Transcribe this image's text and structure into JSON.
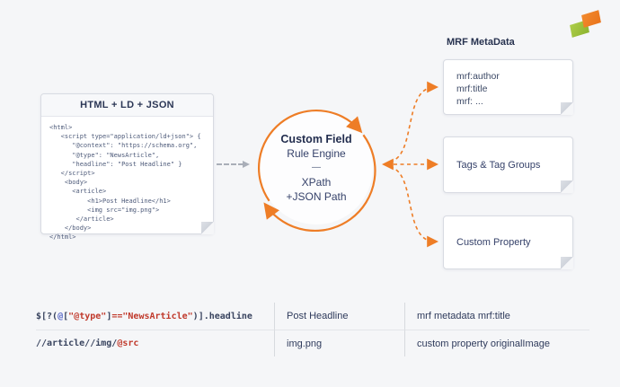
{
  "logo": {
    "orange_tile_color": "#ec7a1f",
    "green_tile_color": "#9cc23c"
  },
  "code_panel": {
    "title": "HTML + LD + JSON",
    "code": "<html>\n   <script type=\"application/ld+json\"> {\n      \"@context\": \"https://schema.org\",\n      \"@type\": \"NewsArticle\",\n      \"headline\": \"Post Headline\" }\n   </script>\n    <body>\n      <article>\n          <h1>Post Headline</h1>\n          <img src=\"img.png\">\n       </article>\n    </body>\n</html>"
  },
  "engine": {
    "line1": "Custom Field",
    "line2": "Rule Engine",
    "divider": "—",
    "line3": "XPath",
    "line4": "+JSON Path",
    "accent_color": "#ee7d26"
  },
  "outputs": {
    "metadata": {
      "title": "MRF MetaData",
      "items": [
        "mrf:author",
        "mrf:title",
        "mrf: ..."
      ]
    },
    "tags": {
      "label": "Tags & Tag Groups"
    },
    "custom": {
      "label": "Custom Property"
    }
  },
  "table": {
    "rows": [
      {
        "expr": [
          {
            "t": "$[?(",
            "c": "navy"
          },
          {
            "t": "@",
            "c": "blue"
          },
          {
            "t": "[",
            "c": "navy"
          },
          {
            "t": "\"@type\"",
            "c": "red"
          },
          {
            "t": "]",
            "c": "navy"
          },
          {
            "t": "==",
            "c": "red"
          },
          {
            "t": "\"NewsArticle\"",
            "c": "red"
          },
          {
            "t": ")].headline",
            "c": "navy"
          }
        ],
        "result": "Post Headline",
        "target": "mrf metadata mrf:title"
      },
      {
        "expr": [
          {
            "t": "//article//img/",
            "c": "navy"
          },
          {
            "t": "@src",
            "c": "red"
          }
        ],
        "result": "img.png",
        "target": "custom property originalImage"
      }
    ]
  },
  "colors": {
    "background": "#f5f6f8",
    "navy_text": "#2e3a59",
    "code_text": "#4e5b7a",
    "accent_orange": "#ee7d26",
    "token_red": "#c0392b",
    "token_blue": "#5666c7",
    "gray_arrow": "#a9aeb8",
    "box_border": "#d8dbe2"
  }
}
